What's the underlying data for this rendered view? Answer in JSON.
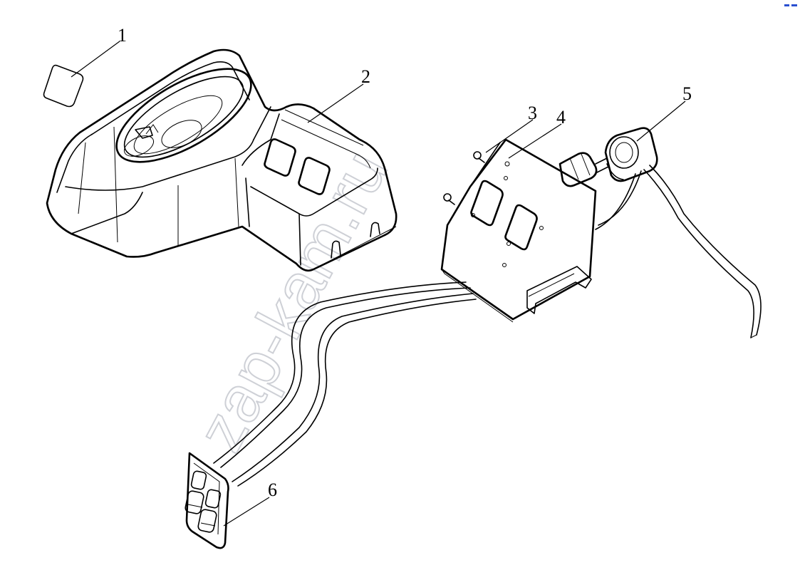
{
  "callouts": [
    {
      "id": "1",
      "label": "1"
    },
    {
      "id": "2",
      "label": "2"
    },
    {
      "id": "3",
      "label": "3"
    },
    {
      "id": "4",
      "label": "4"
    },
    {
      "id": "5",
      "label": "5"
    },
    {
      "id": "6",
      "label": "6"
    }
  ],
  "watermark": {
    "text": "zap-kam.ru"
  },
  "colors": {
    "line": "#000000",
    "background": "#ffffff",
    "watermark": "#c9ccd2",
    "corner_mark": "#2a4fd0"
  }
}
